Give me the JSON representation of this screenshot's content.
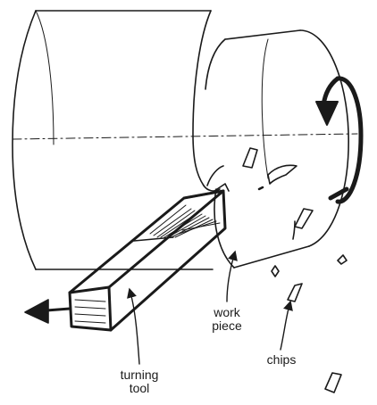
{
  "labels": {
    "work_piece": [
      "work",
      "piece"
    ],
    "turning_tool": [
      "turning",
      "tool"
    ],
    "chips": "chips"
  },
  "colors": {
    "ink": "#1a1a1a",
    "paper": "#ffffff"
  },
  "icons": {
    "rotation": "rotation-arrow-icon",
    "feed": "feed-direction-arrow-icon"
  }
}
